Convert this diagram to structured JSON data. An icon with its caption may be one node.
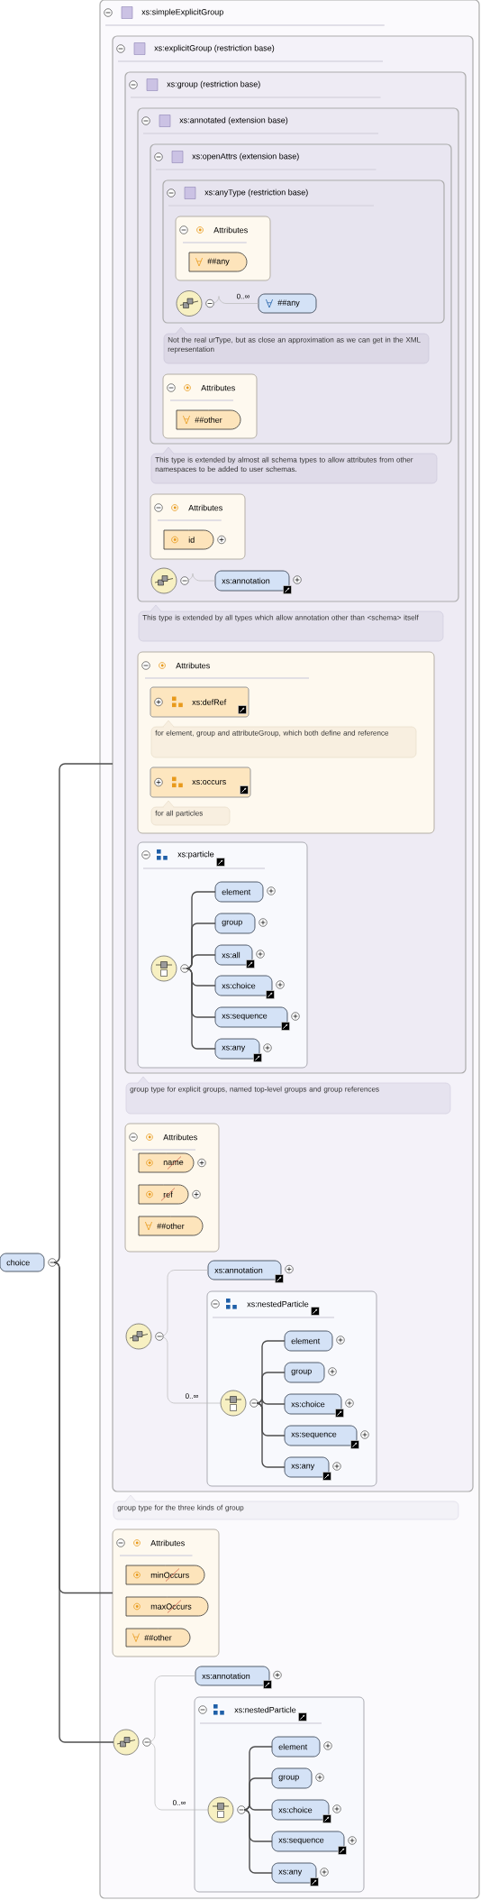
{
  "diagram": {
    "nodes": [
      {
        "text": [
          "xs:simpleExplicitGroup"
        ]
      },
      {
        "text": [
          "xs:explicitGroup (restriction base)"
        ],
        "in": 0
      },
      {
        "text": [
          "xs:group (restriction base)"
        ],
        "in": 1
      },
      {
        "text": [
          "xs:annotated (extension base)"
        ],
        "in": 2
      },
      {
        "text": [
          "xs:openAttrs (extension base)"
        ],
        "in": 3
      },
      {
        "text": [
          "xs:anyType (restriction base)"
        ],
        "in": 4
      },
      {
        "text": [
          "Attributes"
        ],
        "in": 5
      },
      {
        "text": [
          "##any"
        ],
        "in": 6
      },
      {
        "text": [],
        "shape": "circle",
        "in": 5
      },
      {
        "text": [
          "##any"
        ],
        "in": 5
      },
      {
        "text": [
          "Not the real urType, but as close an approximation as we can get in the XML representation"
        ],
        "in": 4
      },
      {
        "text": [
          "Attributes"
        ],
        "in": 4
      },
      {
        "text": [
          "##other"
        ],
        "in": 11
      },
      {
        "text": [
          "This type is extended by almost all schema types to allow attributes from other namespaces to be added to user schemas."
        ],
        "in": 3
      },
      {
        "text": [
          "Attributes"
        ],
        "in": 3
      },
      {
        "text": [
          "id"
        ],
        "in": 14
      },
      {
        "text": [],
        "shape": "circle",
        "in": 3
      },
      {
        "text": [
          "xs:annotation"
        ],
        "in": 3
      },
      {
        "text": [
          "This type is extended by all types which allow annotation other than <schema> itself"
        ],
        "in": 2
      },
      {
        "text": [
          "Attributes"
        ],
        "in": 2
      },
      {
        "text": [
          "xs:defRef"
        ],
        "in": 19
      },
      {
        "text": [
          "for element, group and attributeGroup, which both define and reference"
        ],
        "in": 19
      },
      {
        "text": [
          "xs:occurs"
        ],
        "in": 19
      },
      {
        "text": [
          "for all particles"
        ],
        "in": 19
      },
      {
        "text": [
          "xs:particle"
        ],
        "in": 2
      },
      {
        "text": [],
        "shape": "circle",
        "in": 24
      },
      {
        "text": [
          "element"
        ],
        "in": 24
      },
      {
        "text": [
          "group"
        ],
        "in": 24
      },
      {
        "text": [
          "xs:all"
        ],
        "in": 24
      },
      {
        "text": [
          "xs:choice"
        ],
        "in": 24
      },
      {
        "text": [
          "xs:sequence"
        ],
        "in": 24
      },
      {
        "text": [
          "xs:any"
        ],
        "in": 24
      },
      {
        "text": [
          "group type for explicit groups, named top-level groups and group references"
        ],
        "in": 1
      },
      {
        "text": [
          "Attributes"
        ],
        "in": 1
      },
      {
        "text": [
          "name"
        ],
        "in": 33
      },
      {
        "text": [
          "ref"
        ],
        "in": 33
      },
      {
        "text": [
          "##other"
        ],
        "in": 33
      },
      {
        "text": [
          "xs:annotation"
        ],
        "in": 1
      },
      {
        "text": [],
        "shape": "circle",
        "in": 1
      },
      {
        "text": [
          "xs:nestedParticle"
        ],
        "in": 1
      },
      {
        "text": [],
        "shape": "circle",
        "in": 39
      },
      {
        "text": [
          "element"
        ],
        "in": 39
      },
      {
        "text": [
          "group"
        ],
        "in": 39
      },
      {
        "text": [
          "xs:choice"
        ],
        "in": 39
      },
      {
        "text": [
          "xs:sequence"
        ],
        "in": 39
      },
      {
        "text": [
          "xs:any"
        ],
        "in": 39
      },
      {
        "text": [
          "group type for the three kinds of group"
        ],
        "in": 0
      },
      {
        "text": [
          "Attributes"
        ],
        "in": 0
      },
      {
        "text": [
          "minOccurs"
        ],
        "in": 47
      },
      {
        "text": [
          "maxOccurs"
        ],
        "in": 47
      },
      {
        "text": [
          "##other"
        ],
        "in": 47
      },
      {
        "text": [
          "xs:annotation"
        ],
        "in": 0
      },
      {
        "text": [],
        "shape": "circle",
        "in": 0
      },
      {
        "text": [
          "xs:nestedParticle"
        ],
        "in": 0
      },
      {
        "text": [],
        "shape": "circle",
        "in": 53
      },
      {
        "text": [
          "element"
        ],
        "in": 53
      },
      {
        "text": [
          "group"
        ],
        "in": 53
      },
      {
        "text": [
          "xs:choice"
        ],
        "in": 53
      },
      {
        "text": [
          "xs:sequence"
        ],
        "in": 53
      },
      {
        "text": [
          "xs:any"
        ],
        "in": 53
      },
      {
        "text": [
          "choice"
        ]
      }
    ],
    "edges": [
      {
        "from": 8,
        "to": 9,
        "arrow": "none",
        "label": "0..∞",
        "color": "#b8b8b8"
      },
      {
        "from": 16,
        "to": 17,
        "arrow": "none",
        "color": "#b8b8b8"
      },
      {
        "from": 25,
        "to": 26,
        "arrow": "none"
      },
      {
        "from": 25,
        "to": 27,
        "arrow": "none"
      },
      {
        "from": 25,
        "to": 28,
        "arrow": "none"
      },
      {
        "from": 25,
        "to": 29,
        "arrow": "none"
      },
      {
        "from": 25,
        "to": 30,
        "arrow": "none"
      },
      {
        "from": 25,
        "to": 31,
        "arrow": "none"
      },
      {
        "from": 38,
        "to": 37,
        "arrow": "none",
        "color": "#b8b8b8"
      },
      {
        "from": 38,
        "to": 40,
        "arrow": "none",
        "label": "0..∞",
        "color": "#b8b8b8"
      },
      {
        "from": 40,
        "to": 41,
        "arrow": "none"
      },
      {
        "from": 40,
        "to": 42,
        "arrow": "none"
      },
      {
        "from": 40,
        "to": 43,
        "arrow": "none"
      },
      {
        "from": 40,
        "to": 44,
        "arrow": "none"
      },
      {
        "from": 40,
        "to": 45,
        "arrow": "none"
      },
      {
        "from": 52,
        "to": 51,
        "arrow": "none",
        "color": "#b8b8b8"
      },
      {
        "from": 52,
        "to": 54,
        "arrow": "none",
        "label": "0..∞",
        "color": "#b8b8b8"
      },
      {
        "from": 54,
        "to": 55,
        "arrow": "none"
      },
      {
        "from": 54,
        "to": 56,
        "arrow": "none"
      },
      {
        "from": 54,
        "to": 57,
        "arrow": "none"
      },
      {
        "from": 54,
        "to": 58,
        "arrow": "none"
      },
      {
        "from": 54,
        "to": 59,
        "arrow": "none"
      },
      {
        "from": 60,
        "to": 1,
        "arrow": "none"
      },
      {
        "from": 60,
        "to": 47,
        "arrow": "none"
      },
      {
        "from": 60,
        "to": 52,
        "arrow": "none"
      }
    ]
  }
}
